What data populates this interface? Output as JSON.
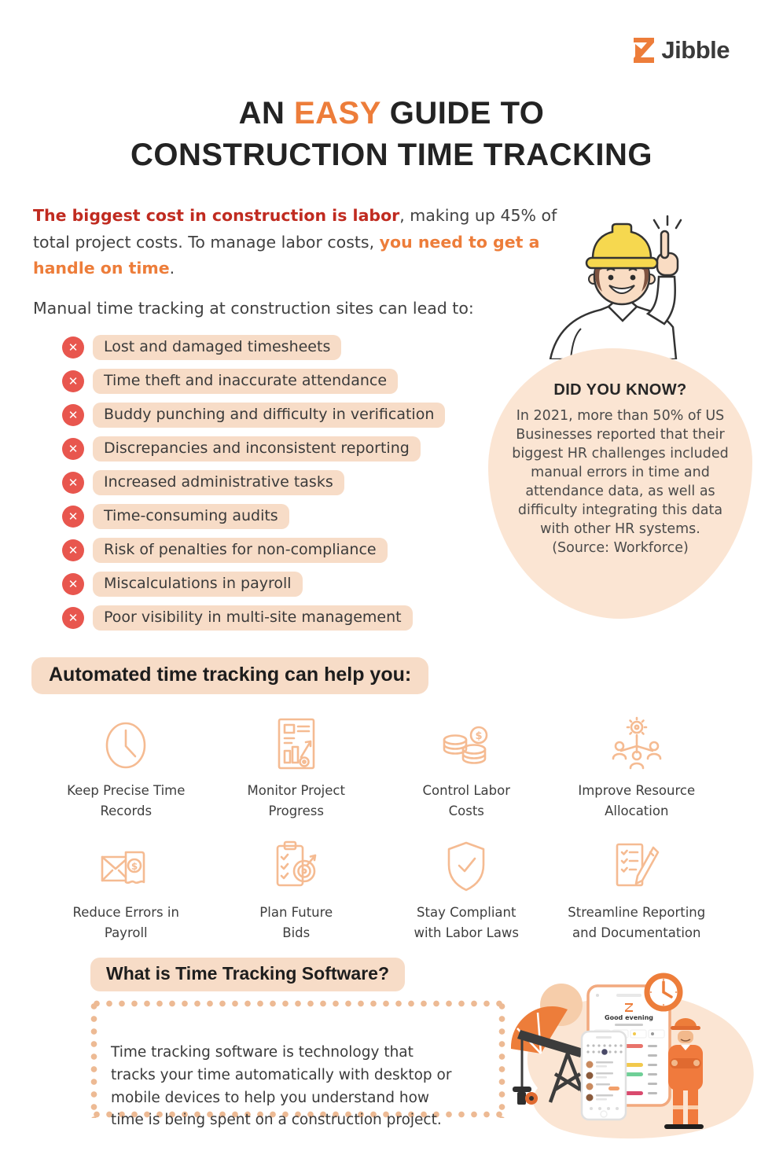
{
  "brand": {
    "name": "Jibble"
  },
  "title": {
    "pre": "AN ",
    "highlight": "EASY",
    "post": " GUIDE TO",
    "line2": "CONSTRUCTION TIME TRACKING"
  },
  "intro": {
    "parts": [
      {
        "text": "The biggest cost in construction is labor",
        "style": "red-bold"
      },
      {
        "text": ", making up 45% of\ntotal project costs. To manage labor costs, ",
        "style": "plain"
      },
      {
        "text": "you need to get a\nhandle on time",
        "style": "orange-bold"
      },
      {
        "text": ".",
        "style": "plain"
      }
    ],
    "lead_in": "Manual time tracking at construction sites can lead to:"
  },
  "problems": [
    "Lost and damaged timesheets",
    "Time theft and inaccurate attendance",
    "Buddy punching and difficulty in verification",
    "Discrepancies and inconsistent reporting",
    "Increased administrative tasks",
    "Time-consuming audits",
    "Risk of penalties for non-compliance",
    "Miscalculations in payroll",
    "Poor visibility in multi-site management"
  ],
  "did_you_know": {
    "title": "DID YOU KNOW?",
    "body": "In 2021, more than 50% of US Businesses reported that their biggest HR challenges included manual errors in time and attendance data, as well as difficulty integrating this data with other HR systems. (Source: Workforce)"
  },
  "benefits_header": "Automated time tracking can help you:",
  "benefits": [
    {
      "icon": "clock-icon",
      "line1": "Keep Precise Time",
      "line2": "Records"
    },
    {
      "icon": "project-progress-icon",
      "line1": "Monitor Project",
      "line2": "Progress"
    },
    {
      "icon": "labor-costs-icon",
      "line1": "Control Labor",
      "line2": "Costs"
    },
    {
      "icon": "resource-allocation-icon",
      "line1": "Improve Resource",
      "line2": "Allocation"
    },
    {
      "icon": "payroll-icon",
      "line1": "Reduce Errors in",
      "line2": "Payroll"
    },
    {
      "icon": "future-bids-icon",
      "line1": "Plan Future",
      "line2": "Bids"
    },
    {
      "icon": "compliance-icon",
      "line1": "Stay Compliant",
      "line2": "with Labor Laws"
    },
    {
      "icon": "reporting-icon",
      "line1": "Streamline Reporting",
      "line2": "and Documentation"
    }
  ],
  "software": {
    "header": "What is Time Tracking Software?",
    "body": "Time tracking software is technology that\ntracks your time automatically with desktop or\nmobile devices to help you understand how\ntime is being spent on a construction project."
  },
  "illustration": {
    "app_greeting": "Good evening"
  },
  "colors": {
    "accent_orange": "#ED7D3A",
    "dark_red": "#C02B20",
    "peach_pill": "#F7DCC7",
    "peach_bubble": "#FBE5D3",
    "icon_stroke": "#F5BB92",
    "error_red": "#E8564E",
    "hardhat_yellow": "#F6D84F"
  }
}
